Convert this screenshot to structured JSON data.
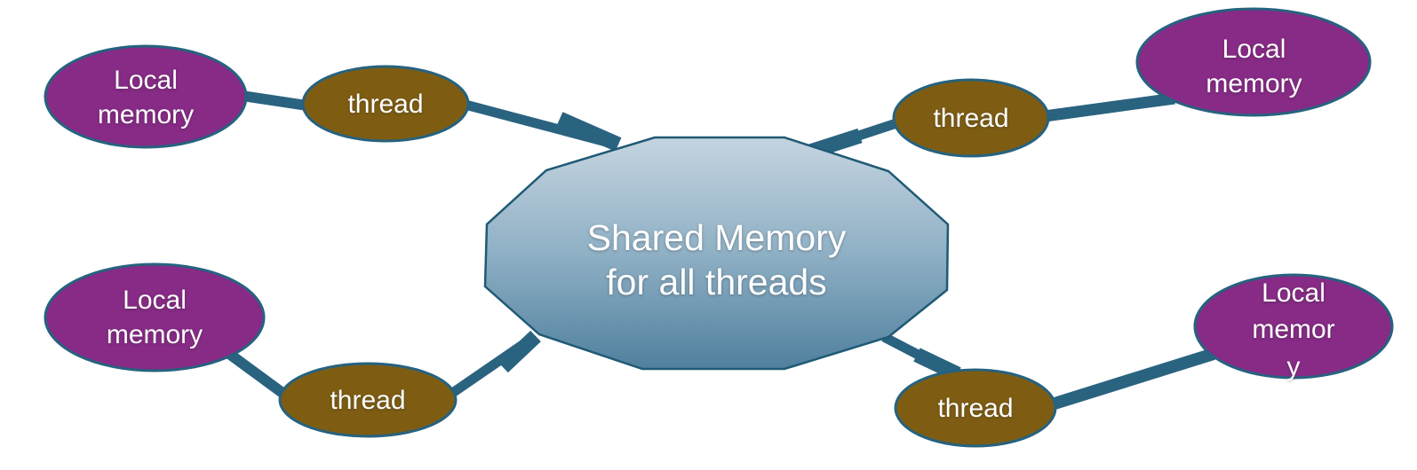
{
  "diagram": {
    "type": "shared-memory-threads-diagram",
    "background": "#ffffff",
    "colors": {
      "local_memory_fill": "#872b86",
      "thread_fill": "#7e5d13",
      "connector": "#2a6380",
      "shape_border": "#26627f",
      "center_border": "#1f5a75",
      "center_fill_top": "#c5d4e0",
      "center_fill_mid": "#8fb0c5",
      "center_fill_bottom": "#50809e",
      "label_text": "#ffffff"
    },
    "center": {
      "label": "Shared Memory\nfor all threads"
    },
    "nodes": {
      "local_top_left": {
        "label": "Local\nmemory",
        "type": "local-memory"
      },
      "thread_top_left": {
        "label": "thread",
        "type": "thread"
      },
      "thread_top_right": {
        "label": "thread",
        "type": "thread"
      },
      "local_top_right": {
        "label": "Local\nmemory",
        "type": "local-memory"
      },
      "local_bottom_left": {
        "label": "Local\nmemory",
        "type": "local-memory"
      },
      "thread_bottom_left": {
        "label": "thread",
        "type": "thread"
      },
      "thread_bottom_right": {
        "label": "thread",
        "type": "thread"
      },
      "local_bottom_right": {
        "label": "Local\nmemor\ny",
        "type": "local-memory"
      }
    }
  }
}
